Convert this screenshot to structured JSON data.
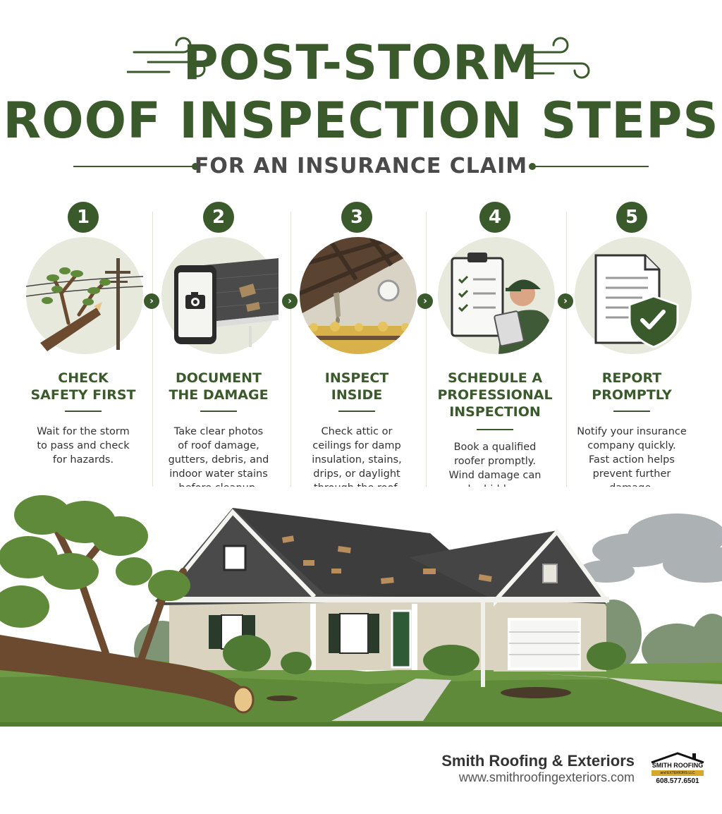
{
  "header": {
    "title_line1": "POST-STORM",
    "title_line2": "ROOF INSPECTION STEPS",
    "subtitle": "FOR AN INSURANCE CLAIM"
  },
  "colors": {
    "accent": "#3a5a2c",
    "circle_bg": "#e6e9dc",
    "text": "#333333"
  },
  "steps": [
    {
      "number": "1",
      "title_lines": [
        "CHECK",
        "SAFETY FIRST"
      ],
      "desc_lines": [
        "Wait for the storm",
        "to pass and check",
        "for hazards."
      ],
      "icon": "fallen-tree-power-line-icon"
    },
    {
      "number": "2",
      "title_lines": [
        "DOCUMENT",
        "THE DAMAGE"
      ],
      "desc_lines": [
        "Take clear photos",
        "of roof damage,",
        "gutters, debris, and",
        "indoor water stains",
        "before cleanup."
      ],
      "icon": "phone-camera-roof-icon"
    },
    {
      "number": "3",
      "title_lines": [
        "INSPECT",
        "INSIDE"
      ],
      "desc_lines": [
        "Check attic or",
        "ceilings for damp",
        "insulation, stains,",
        "drips, or daylight",
        "through the roof."
      ],
      "icon": "attic-leak-icon"
    },
    {
      "number": "4",
      "title_lines": [
        "SCHEDULE A",
        "PROFESSIONAL",
        "INSPECTION"
      ],
      "desc_lines": [
        "Book a qualified",
        "roofer promptly.",
        "Wind damage can",
        "be hidden."
      ],
      "icon": "inspector-clipboard-icon"
    },
    {
      "number": "5",
      "title_lines": [
        "REPORT",
        "PROMPTLY"
      ],
      "desc_lines": [
        "Notify your insurance",
        "company quickly.",
        "Fast action helps",
        "prevent further",
        "damage."
      ],
      "icon": "document-shield-icon"
    }
  ],
  "footer": {
    "company": "Smith Roofing & Exteriors",
    "website": "www.smithroofingexteriors.com",
    "logo_name": "SMITH ROOFING",
    "logo_sub": "and EXTERIORS LLC",
    "logo_phone": "608.577.6501"
  }
}
